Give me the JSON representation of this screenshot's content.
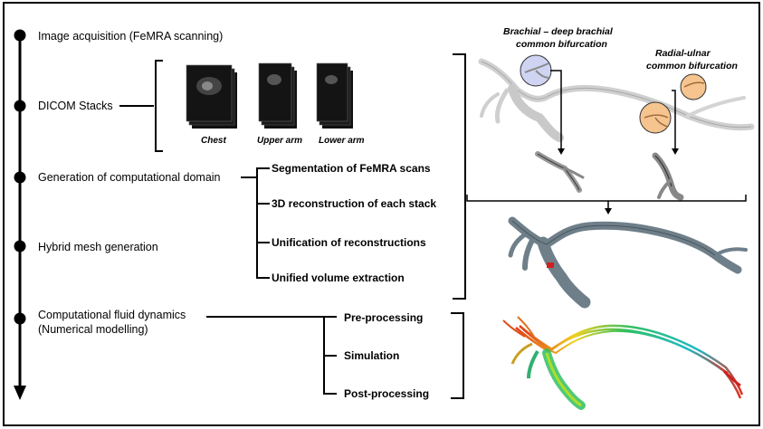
{
  "steps": [
    {
      "label": "Image acquisition (FeMRA scanning)"
    },
    {
      "label": "DICOM Stacks"
    },
    {
      "label": "Generation of computational domain"
    },
    {
      "label": "Hybrid mesh generation"
    },
    {
      "label": "Computational fluid dynamics",
      "label2": "(Numerical modelling)"
    }
  ],
  "stacks": [
    {
      "label": "Chest"
    },
    {
      "label": "Upper arm"
    },
    {
      "label": "Lower arm"
    }
  ],
  "domain_substeps": [
    "Segmentation of FeMRA scans",
    "3D reconstruction of each stack",
    "Unification of reconstructions",
    "Unified volume extraction"
  ],
  "cfd_substeps": [
    "Pre-processing",
    "Simulation",
    "Post-processing"
  ],
  "bifurcations": {
    "brachial_line1": "Brachial – deep brachial",
    "brachial_line2": "common bifurcation",
    "radial_line1": "Radial-ulnar",
    "radial_line2": "common bifurcation"
  },
  "colors": {
    "line": "#000000",
    "vessel_grey": "#c8c8c8",
    "mesh_grey": "#6f7f8a",
    "brachial_circle": "#cfd4f2",
    "radial_circle": "#f5c48f",
    "outlet_red": "#d22020"
  }
}
